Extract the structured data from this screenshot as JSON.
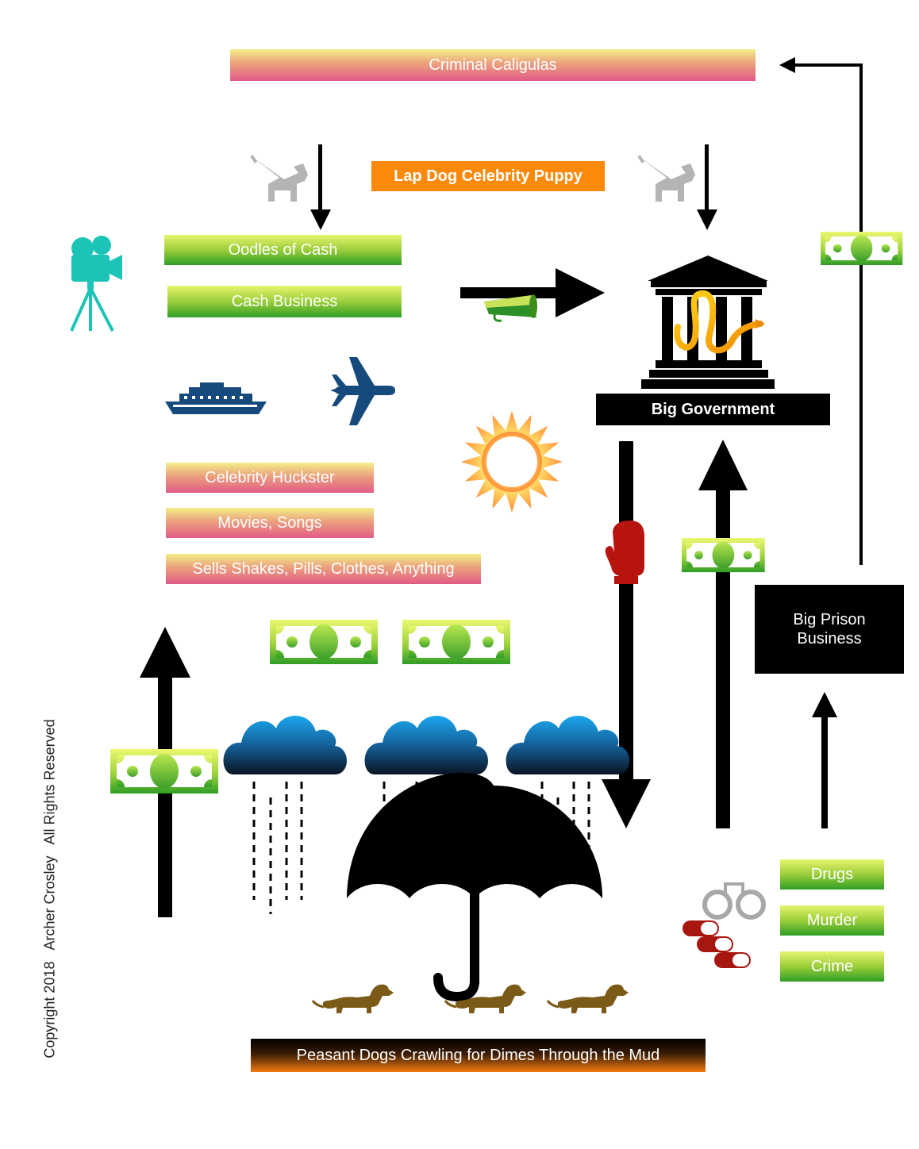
{
  "labels": {
    "criminal_caligulas": "Criminal Caligulas",
    "lap_dog_celebrity_puppy": "Lap Dog Celebrity Puppy",
    "oodles_of_cash": "Oodles of Cash",
    "cash_business": "Cash Business",
    "big_government": "Big Government",
    "celebrity_huckster": "Celebrity Huckster",
    "movies_songs": "Movies, Songs",
    "sells_shakes": "Sells Shakes, Pills, Clothes, Anything",
    "big_prison_business": "Big Prison Business",
    "drugs": "Drugs",
    "murder": "Murder",
    "crime": "Crime",
    "peasant_dogs": "Peasant Dogs Crawling for Dimes Through the Mud"
  },
  "copyright": "Copyright 2018   Archer Crosley   All Rights Reserved",
  "icons": [
    "guide-dog-icon",
    "video-camera-icon",
    "megaphone-icon",
    "government-building-icon",
    "snake-icon",
    "cruise-ship-icon",
    "airplane-icon",
    "sun-icon",
    "boxing-glove-icon",
    "money-bill-icon",
    "rain-cloud-icon",
    "umbrella-icon",
    "dachshund-icon",
    "handcuffs-icon",
    "pill-icon"
  ],
  "colors": {
    "pink_label": "#e25b86",
    "green_label": "#2f9f27",
    "orange_label": "#fb8a0c",
    "navy_icon": "#174a7c",
    "teal_icon": "#1cc3b7",
    "boxing_glove": "#b8140f",
    "pill": "#a8170f",
    "dog_brown": "#7a5a16"
  }
}
